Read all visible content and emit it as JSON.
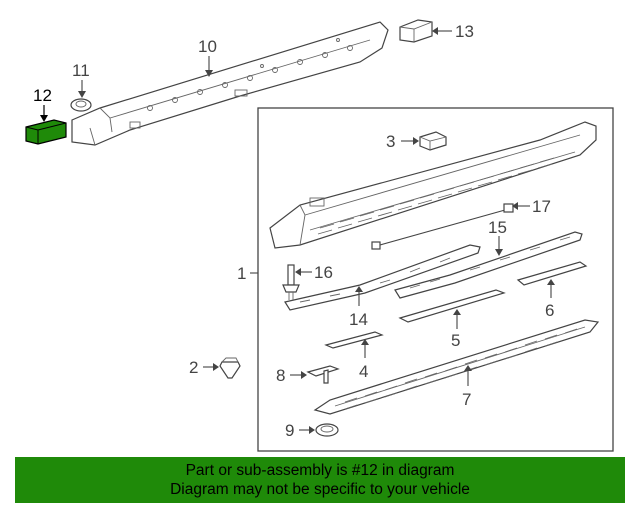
{
  "diagram": {
    "callouts": {
      "c1": "1",
      "c2": "2",
      "c3": "3",
      "c4": "4",
      "c5": "5",
      "c6": "6",
      "c7": "7",
      "c8": "8",
      "c9": "9",
      "c10": "10",
      "c11": "11",
      "c12": "12",
      "c13": "13",
      "c14": "14",
      "c15": "15",
      "c16": "16",
      "c17": "17"
    },
    "highlighted_part": "12",
    "highlight_color": "#1f8a09"
  },
  "banner": {
    "line1": "Part or sub-assembly is #12 in diagram",
    "line2": "Diagram may not be specific to your vehicle",
    "background": "#1f8a09"
  }
}
